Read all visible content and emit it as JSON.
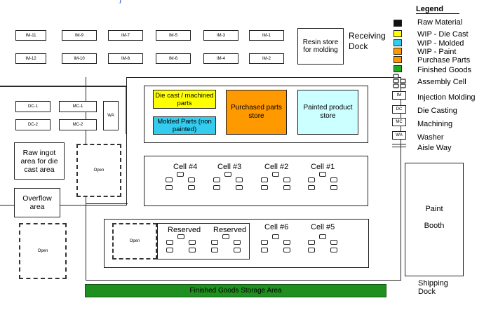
{
  "colors": {
    "raw": "#111111",
    "wip_die_cast": "#ffff00",
    "wip_molded": "#33ccee",
    "wip_paint": "#ff9900",
    "purchase": "#ff9900",
    "finished": "#22aa22",
    "painted_store": "#ccffff",
    "finished_strip": "#1f8f1f"
  },
  "im_top_row": [
    "IM-11",
    "IM-9",
    "IM-7",
    "IM-5",
    "IM-3",
    "IM-1"
  ],
  "im_bottom_row": [
    "IM-12",
    "IM-10",
    "IM-8",
    "IM-6",
    "IM-4",
    "IM-2"
  ],
  "dc_labels": [
    "DC-1",
    "DC-2"
  ],
  "mc_labels": [
    "MC-1",
    "MC-2"
  ],
  "washer_label": "WA",
  "resin_store": "Resin store for molding",
  "receiving_dock": "Receiving Dock",
  "die_cast_store": "Die cast / machined parts",
  "molded_parts": "Molded Parts (non painted)",
  "purchased_store": "Purchased parts store",
  "painted_store": "Painted product store",
  "raw_ingot": "Raw ingot area for die cast area",
  "overflow": "Overflow area",
  "open_label": "Open",
  "cells_upper": [
    "Cell #4",
    "Cell #3",
    "Cell #2",
    "Cell #1"
  ],
  "reserved_labels": [
    "Reserved",
    "Reserved"
  ],
  "cells_lower": [
    "Cell #6",
    "Cell #5"
  ],
  "paint_booth": [
    "Paint",
    "Booth"
  ],
  "finished_goods_area": "Finished Goods Storage Area",
  "shipping_dock": "Shipping Dock",
  "legend": {
    "title": "Legend",
    "items": [
      "Raw Material",
      "WIP - Die Cast",
      "WIP - Molded",
      "WIP - Paint",
      "Purchase Parts",
      "Finished Goods",
      "Assembly Cell",
      "Injection Molding",
      "Die Casting",
      "Machining",
      "Washer",
      "Aisle Way"
    ],
    "icon_im": "IM",
    "icon_dc": "DC",
    "icon_mc": "MC",
    "icon_wa": "WA"
  }
}
